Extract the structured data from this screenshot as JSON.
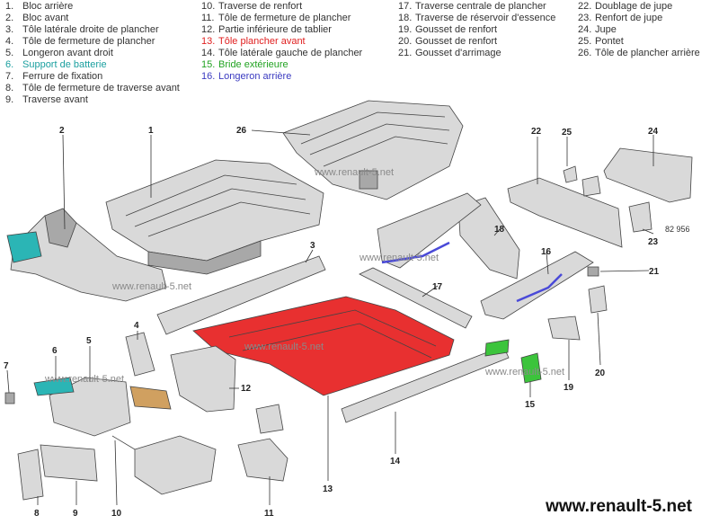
{
  "legend": {
    "columns": [
      [
        {
          "num": "1.",
          "label": "Bloc arrière",
          "color": "#333333"
        },
        {
          "num": "2.",
          "label": "Bloc avant",
          "color": "#333333"
        },
        {
          "num": "3.",
          "label": "Tôle latérale droite de plancher",
          "color": "#333333"
        },
        {
          "num": "4.",
          "label": "Tôle de fermeture de plancher",
          "color": "#333333"
        },
        {
          "num": "5.",
          "label": "Longeron avant droit",
          "color": "#333333"
        },
        {
          "num": "6.",
          "label": "Support de batterie",
          "color": "#1a9f9f"
        },
        {
          "num": "7.",
          "label": "Ferrure de fixation",
          "color": "#333333"
        },
        {
          "num": "8.",
          "label": "Tôle de fermeture de traverse avant",
          "color": "#333333"
        },
        {
          "num": "9.",
          "label": "Traverse avant",
          "color": "#333333"
        }
      ],
      [
        {
          "num": "10.",
          "label": "Traverse de renfort",
          "color": "#333333"
        },
        {
          "num": "11.",
          "label": "Tôle de fermeture de plancher",
          "color": "#333333"
        },
        {
          "num": "12.",
          "label": "Partie inférieure de tablier",
          "color": "#333333"
        },
        {
          "num": "13.",
          "label": "Tôle plancher avant",
          "color": "#e02020"
        },
        {
          "num": "14.",
          "label": "Tôle latérale gauche de plancher",
          "color": "#333333"
        },
        {
          "num": "15.",
          "label": "Bride extérieure",
          "color": "#22a322"
        },
        {
          "num": "16.",
          "label": "Longeron arrière",
          "color": "#3a3ac0"
        }
      ],
      [
        {
          "num": "17.",
          "label": "Traverse centrale de plancher",
          "color": "#333333"
        },
        {
          "num": "18.",
          "label": "Traverse de réservoir d'essence",
          "color": "#333333"
        },
        {
          "num": "19.",
          "label": "Gousset de renfort",
          "color": "#333333"
        },
        {
          "num": "20.",
          "label": "Gousset de renfort",
          "color": "#333333"
        },
        {
          "num": "21.",
          "label": "Gousset d'arrimage",
          "color": "#333333"
        }
      ],
      [
        {
          "num": "22.",
          "label": "Doublage de jupe",
          "color": "#333333"
        },
        {
          "num": "23.",
          "label": "Renfort de jupe",
          "color": "#333333"
        },
        {
          "num": "24.",
          "label": "Jupe",
          "color": "#333333"
        },
        {
          "num": "25.",
          "label": "Pontet",
          "color": "#333333"
        },
        {
          "num": "26.",
          "label": "Tôle de plancher arrière",
          "color": "#333333"
        }
      ]
    ]
  },
  "callouts": {
    "c1": "1",
    "c2": "2",
    "c3": "3",
    "c4": "4",
    "c5": "5",
    "c6": "6",
    "c7": "7",
    "c8": "8",
    "c9": "9",
    "c10": "10",
    "c11": "11",
    "c12": "12",
    "c13": "13",
    "c14": "14",
    "c15": "15",
    "c16": "16",
    "c17": "17",
    "c18": "18",
    "c19": "19",
    "c20": "20",
    "c21": "21",
    "c22": "22",
    "c23": "23",
    "c24": "24",
    "c25": "25",
    "c26": "26"
  },
  "watermark": "www.renault-5.net",
  "ref_code": "82 956",
  "footer": "www.renault-5.net",
  "colors": {
    "battery_support": "#2bb5b5",
    "front_floor": "#e83030",
    "outer_flange": "#3cc43c",
    "rear_rail": "#4a4ad8"
  }
}
